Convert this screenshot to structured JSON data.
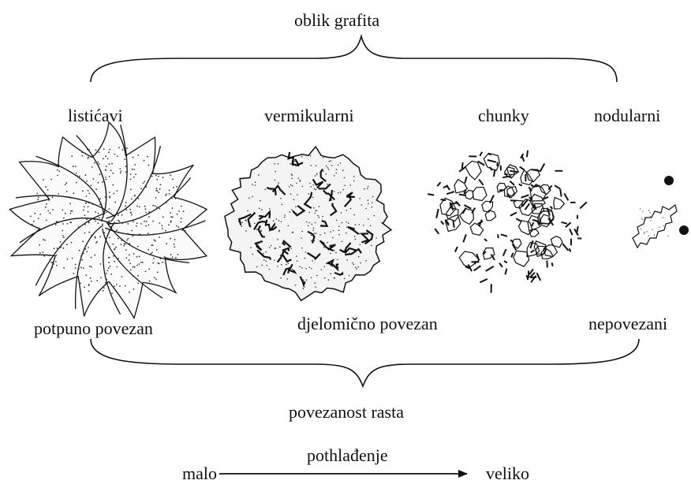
{
  "diagram": {
    "top_caption": "oblik grafita",
    "shapes": [
      {
        "label": "listićavi"
      },
      {
        "label": "vermikularni"
      },
      {
        "label": "chunky"
      },
      {
        "label": "nodularni"
      }
    ],
    "connectivity": {
      "full": "potpuno povezan",
      "partial": "djelomično povezan",
      "none": "nepovezani"
    },
    "bottom_caption": "povezanost rasta",
    "undercooling": {
      "title": "pothlađenje",
      "low": "malo",
      "high": "veliko"
    },
    "colors": {
      "ink": "#111111",
      "background": "#ffffff"
    }
  }
}
